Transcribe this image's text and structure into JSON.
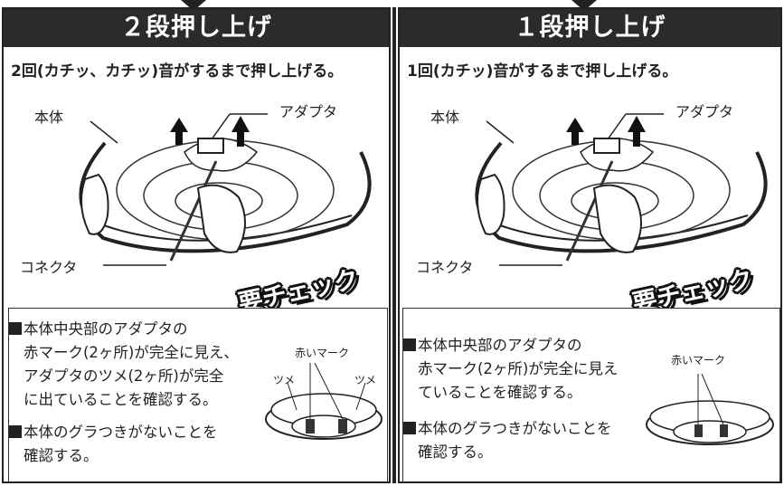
{
  "left": {
    "title": "２段押し上げ",
    "instruction": "2回(カチッ、カチッ)音がするまで押し上げる。",
    "labels": {
      "adapter": "アダプタ",
      "body": "本体",
      "connector": "コネクタ"
    },
    "badge": "要チェック",
    "check_lines": [
      "本体中央部のアダプタの",
      "赤マーク(2ヶ所)が完全に見え、",
      "アダプタのツメ(2ヶ所)が完全",
      "に出ていることを確認する。"
    ],
    "check2_lines": [
      "本体のグラつきがないことを",
      "確認する。"
    ],
    "detail_labels": {
      "red_mark": "赤いマーク",
      "claw_left": "ツメ",
      "claw_right": "ツメ"
    }
  },
  "right": {
    "title": "１段押し上げ",
    "instruction": "1回(カチッ)音がするまで押し上げる。",
    "labels": {
      "adapter": "アダプタ",
      "body": "本体",
      "connector": "コネクタ"
    },
    "badge": "要チェック",
    "check_lines": [
      "本体中央部のアダプタの",
      "赤マーク(2ヶ所)が完全に見え",
      "ていることを確認する。"
    ],
    "check2_lines": [
      "本体のグラつきがないことを",
      "確認する。"
    ],
    "detail_labels": {
      "red_mark": "赤いマーク"
    }
  }
}
